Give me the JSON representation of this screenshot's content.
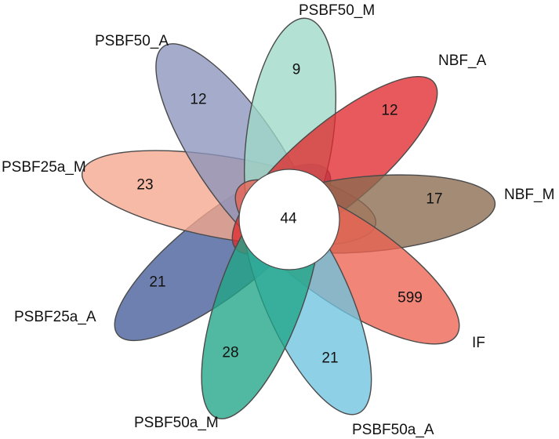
{
  "diagram": {
    "core_count": "44",
    "petals": [
      {
        "id": "psbf50-m",
        "label": "PSBF50_M",
        "count": "9",
        "color": "#9ed8c6"
      },
      {
        "id": "nbf-a",
        "label": "NBF_A",
        "count": "12",
        "color": "#e02a2e"
      },
      {
        "id": "nbf-m",
        "label": "NBF_M",
        "count": "17",
        "color": "#8b6a4f"
      },
      {
        "id": "if",
        "label": "IF",
        "count": "599",
        "color": "#ec6352"
      },
      {
        "id": "psbf50a-a",
        "label": "PSBF50a_A",
        "count": "21",
        "color": "#6ec4df"
      },
      {
        "id": "psbf50a-m",
        "label": "PSBF50a_M",
        "count": "28",
        "color": "#20a587"
      },
      {
        "id": "psbf25a-a",
        "label": "PSBF25a_A",
        "count": "21",
        "color": "#455c98"
      },
      {
        "id": "psbf25a-m",
        "label": "PSBF25a_M",
        "count": "23",
        "color": "#f5a68d"
      },
      {
        "id": "psbf50-a",
        "label": "PSBF50_A",
        "count": "12",
        "color": "#8a93bd"
      }
    ]
  }
}
